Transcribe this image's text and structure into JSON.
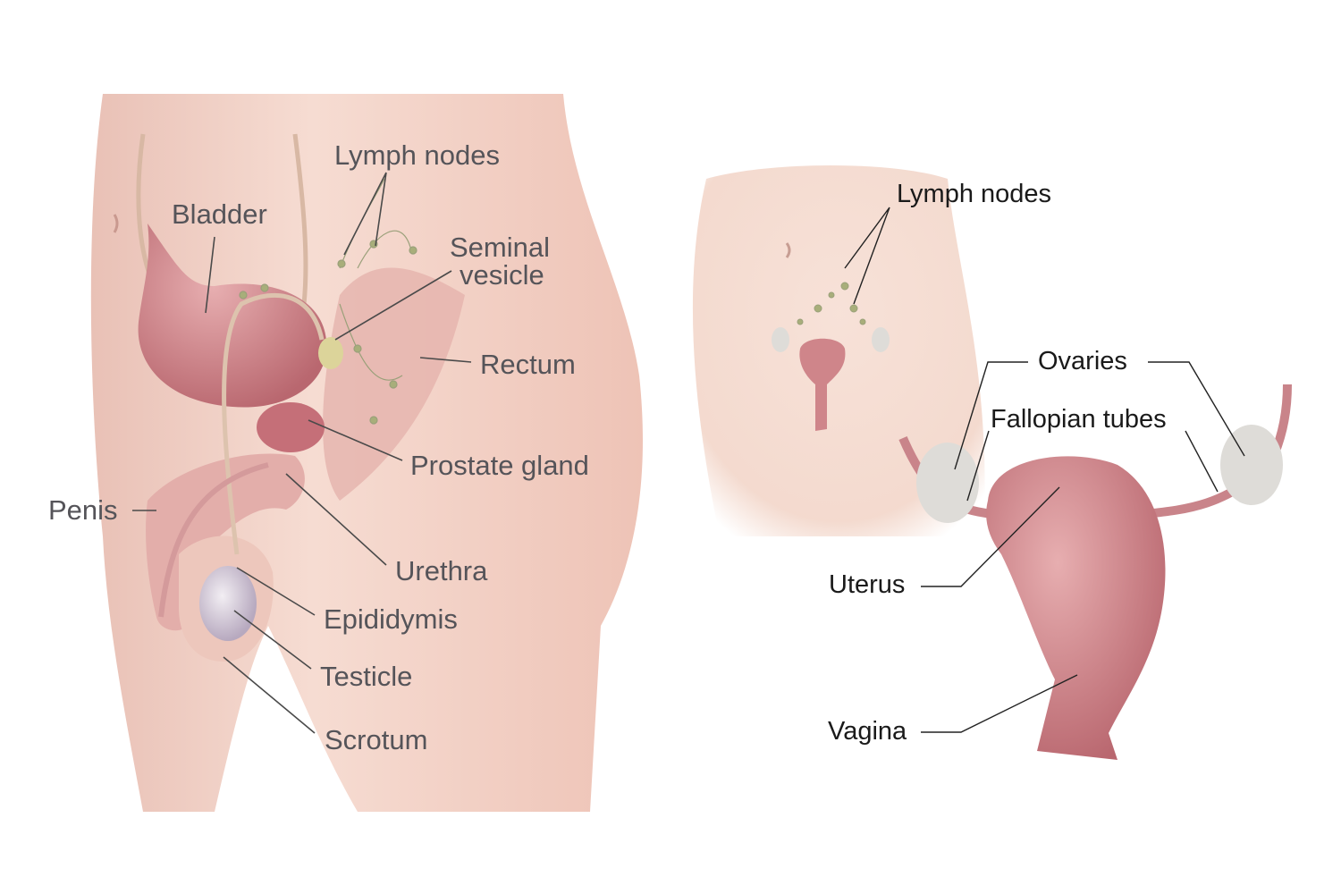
{
  "male_diagram": {
    "labels": {
      "lymph_nodes": "Lymph nodes",
      "bladder": "Bladder",
      "seminal_vesicle_line1": "Seminal",
      "seminal_vesicle_line2": "vesicle",
      "rectum": "Rectum",
      "prostate_gland": "Prostate gland",
      "penis": "Penis",
      "urethra": "Urethra",
      "epididymis": "Epididymis",
      "testicle": "Testicle",
      "scrotum": "Scrotum"
    }
  },
  "female_diagram": {
    "labels": {
      "lymph_nodes": "Lymph nodes",
      "ovaries": "Ovaries",
      "fallopian_tubes": "Fallopian tubes",
      "uterus": "Uterus",
      "vagina": "Vagina"
    }
  },
  "colors": {
    "skin": "#f3d3c8",
    "organ": "#c97b82",
    "ovary": "#dcdcd8",
    "lymph": "#a8ae7a"
  }
}
